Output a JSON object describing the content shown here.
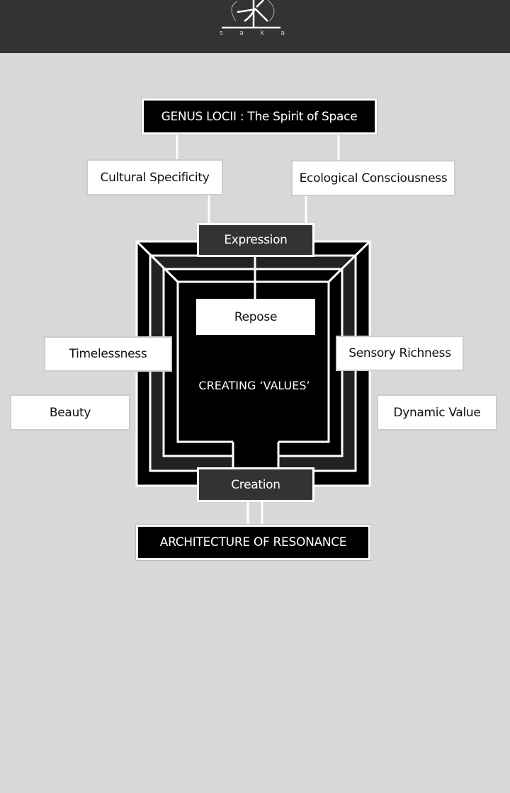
{
  "header": {
    "logo_letters": [
      "s",
      "a",
      "k",
      "a"
    ]
  },
  "diagram": {
    "top": "GENUS LOCII : The Spirit of Space",
    "left_upper": "Cultural Specificity",
    "right_upper": "Ecological Consciousness",
    "expression": "Expression",
    "repose": "Repose",
    "timelessness": "Timelessness",
    "sensory": "Sensory Richness",
    "beauty": "Beauty",
    "dynamic": "Dynamic Value",
    "center": "CREATING ‘VALUES’",
    "creation": "Creation",
    "bottom": "ARCHITECTURE OF RESONANCE"
  }
}
